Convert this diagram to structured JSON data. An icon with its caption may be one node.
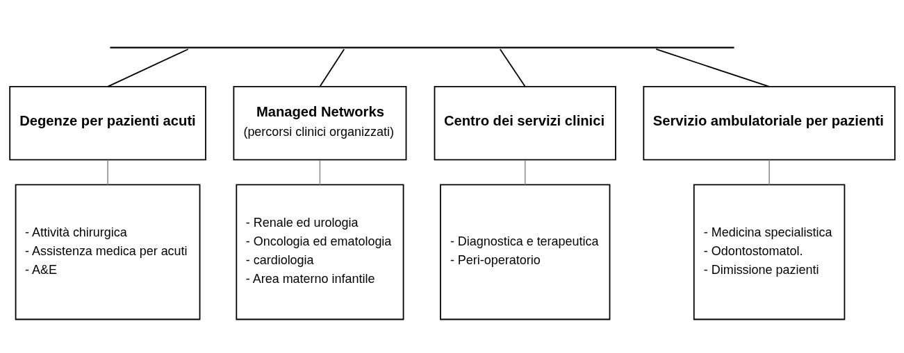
{
  "diagram": {
    "nodes": [
      {
        "text": [],
        "shape": "bar"
      },
      {
        "text": [
          "Degenze per pazienti acuti"
        ]
      },
      {
        "text": [
          "Managed Networks",
          "(percorsi clinici organizzati)"
        ]
      },
      {
        "text": [
          "Centro dei servizi clinici"
        ]
      },
      {
        "text": [
          "Servizio ambulatoriale per pazienti"
        ]
      },
      {
        "text": [
          "- Attività chirurgica",
          "- Assistenza medica per acuti",
          "- A&E"
        ]
      },
      {
        "text": [
          "- Renale ed urologia",
          "- Oncologia ed ematologia",
          "- cardiologia",
          "- Area materno infantile"
        ]
      },
      {
        "text": [
          "- Diagnostica e terapeutica",
          "- Peri-operatorio"
        ]
      },
      {
        "text": [
          "- Medicina specialistica",
          "- Odontostomatol.",
          "- Dimissione pazienti"
        ]
      }
    ],
    "edges": [
      {
        "from": 0,
        "to": 1,
        "arrow": "none"
      },
      {
        "from": 0,
        "to": 2,
        "arrow": "none"
      },
      {
        "from": 0,
        "to": 3,
        "arrow": "none"
      },
      {
        "from": 0,
        "to": 4,
        "arrow": "none"
      },
      {
        "from": 1,
        "to": 5,
        "arrow": "none",
        "color": "#999999"
      },
      {
        "from": 2,
        "to": 6,
        "arrow": "none",
        "color": "#999999"
      },
      {
        "from": 3,
        "to": 7,
        "arrow": "none",
        "color": "#999999"
      },
      {
        "from": 4,
        "to": 8,
        "arrow": "none",
        "color": "#999999"
      }
    ]
  }
}
